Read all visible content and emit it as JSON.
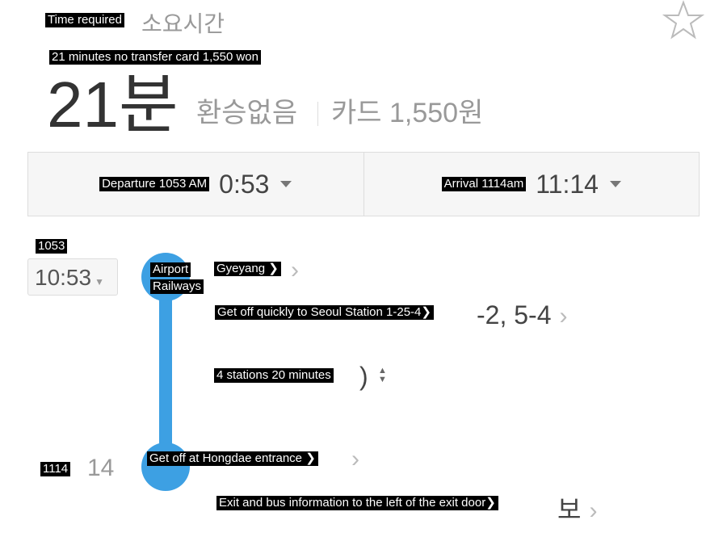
{
  "header": {
    "label_ko": "소요시간",
    "label_en": "Time required",
    "duration_big": "21분",
    "no_transfer_ko": "환승없음",
    "fare_ko": "카드 1,550원",
    "summary_en": "21 minutes no transfer card 1,550 won",
    "favorite_icon": "star-outline-icon"
  },
  "times": {
    "departure_value": "0:53",
    "departure_en": "Departure 1053 AM",
    "arrival_value": "11:14",
    "arrival_en": "Arrival 1114am"
  },
  "route": {
    "line_color": "#3da0e3",
    "start_time_value": "10:53",
    "start_time_en": "1053",
    "line_name_en_1": "Airport",
    "line_name_en_2": "Railways",
    "start_station_en": "Gyeyang ❯",
    "fast_exit_value": "-2, 5-4",
    "fast_exit_en": "Get off quickly to Seoul Station 1-25-4❯",
    "stops_en": "4 stations 20 minutes",
    "stops_value": ")",
    "end_time_value": "14",
    "end_time_en": "1114",
    "end_station_en": "Get off at Hongdae entrance ❯",
    "exit_info_value": "보",
    "exit_info_en": "Exit and bus information to the left of the exit door❯"
  }
}
